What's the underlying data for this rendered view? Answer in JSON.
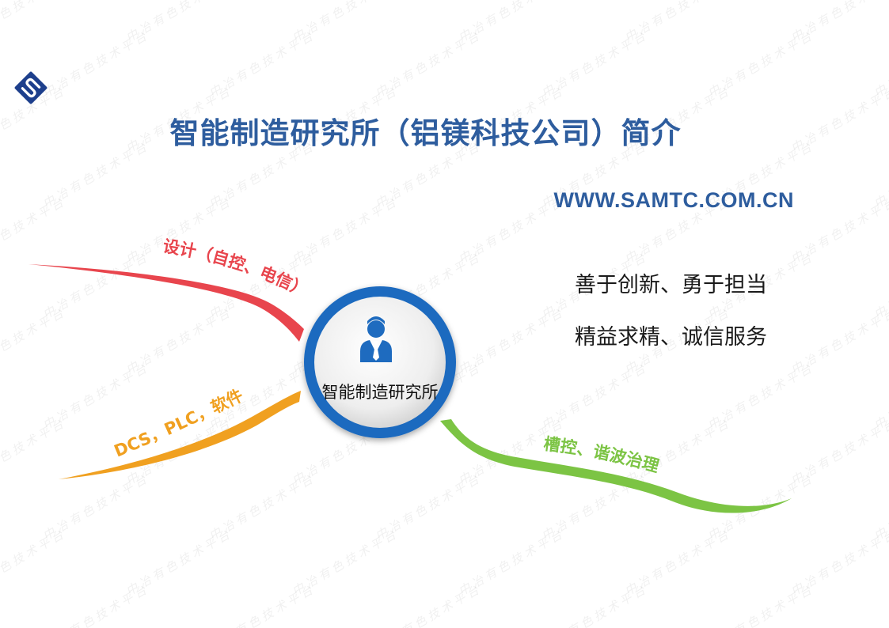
{
  "watermark": {
    "text": "中冶有色技术平台"
  },
  "logo": {
    "icon": "company-s-logo-icon",
    "color": "#1d3f8c"
  },
  "title": {
    "text": "智能制造研究所（铝镁科技公司）简介",
    "color": "#2e5d9e"
  },
  "website": {
    "text": "WWW.SAMTC.COM.CN",
    "color": "#2e5d9e"
  },
  "slogans": [
    "善于创新、勇于担当",
    "精益求精、诚信服务"
  ],
  "center": {
    "label": "智能制造研究所",
    "icon": "businessman-icon",
    "ring_color": "#1e6bbf",
    "icon_color": "#1e6bbf"
  },
  "branches": [
    {
      "label": "设计（自控、电信）",
      "color": "#e8454d"
    },
    {
      "label": "DCS，PLC，软件",
      "color": "#f0a020"
    },
    {
      "label": "槽控、谐波治理",
      "color": "#7cc444"
    }
  ]
}
